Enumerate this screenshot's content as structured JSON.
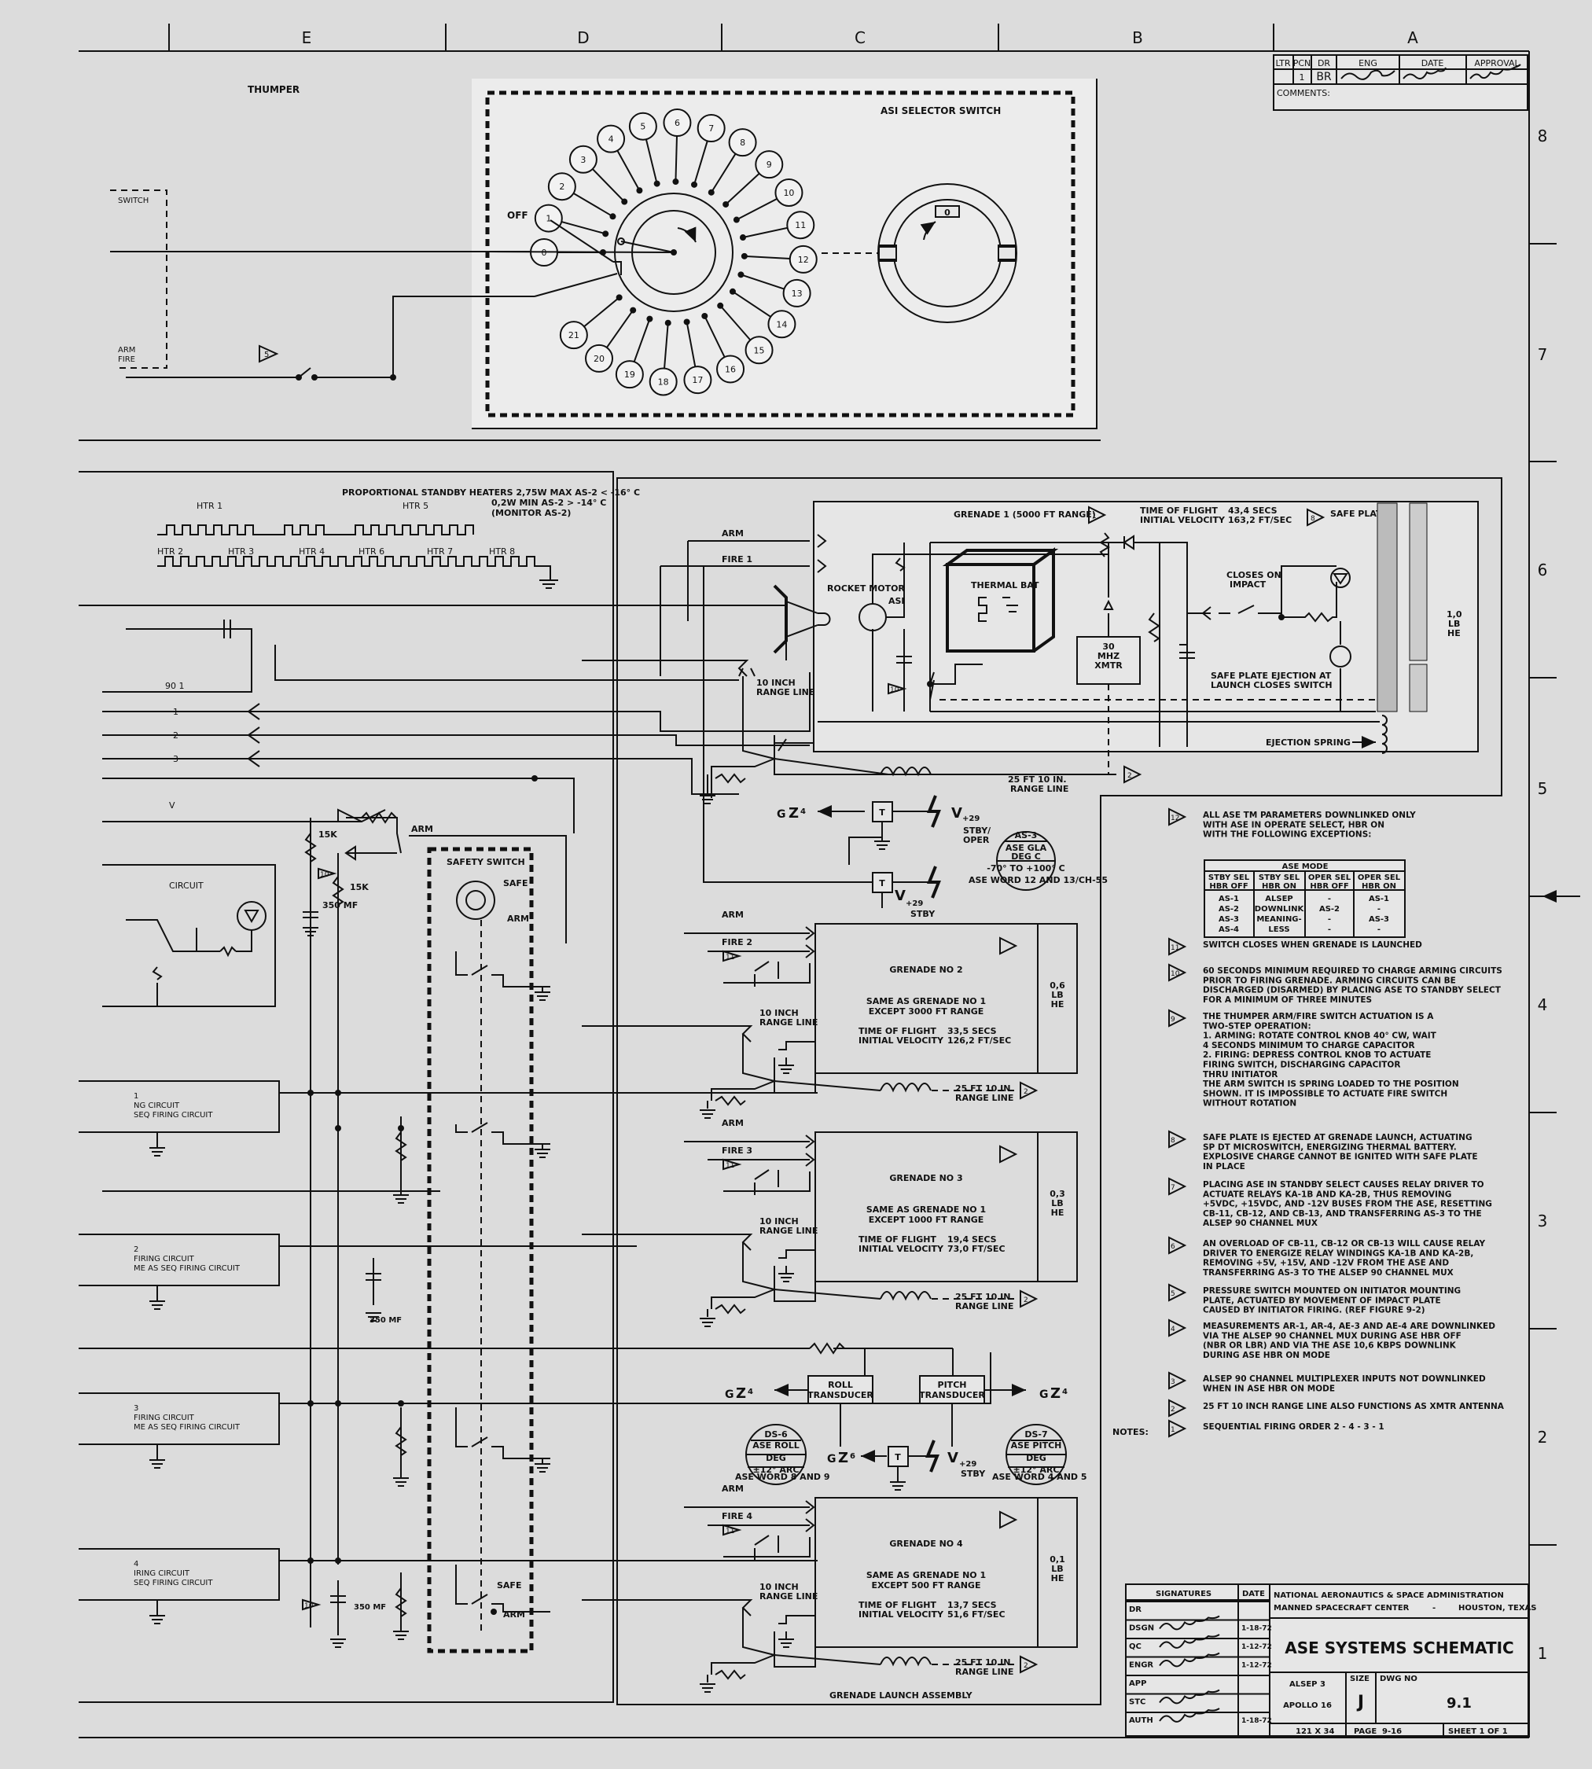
{
  "grid": {
    "columns": [
      "E",
      "D",
      "C",
      "B",
      "A"
    ],
    "rows": [
      "8",
      "7",
      "6",
      "5",
      "4",
      "3",
      "2",
      "1"
    ]
  },
  "revision": {
    "headers": [
      "LTR",
      "PCN",
      "DR",
      "ENG",
      "DATE",
      "APPROVAL"
    ],
    "pcn": "1",
    "dr": "BR",
    "comments_label": "COMMENTS:"
  },
  "thumper": {
    "label": "THUMPER",
    "switch_title": "ASI SELECTOR SWITCH",
    "off_label": "OFF",
    "positions": [
      "0",
      "1",
      "2",
      "3",
      "4",
      "5",
      "6",
      "7",
      "8",
      "9",
      "10",
      "11",
      "12",
      "13",
      "14",
      "15",
      "16",
      "17",
      "18",
      "19",
      "20",
      "21"
    ],
    "dial_value": "0",
    "partial_labels": [
      "SWITCH",
      "ARM",
      "FIRE"
    ],
    "note_ref": "5"
  },
  "heaters": {
    "title_line1": "PROPORTIONAL STANDBY HEATERS 2,75W MAX AS-2 < -16° C",
    "title_line2": "0,2W MIN AS-2 > -14° C",
    "title_line3": "(MONITOR AS-2)",
    "labels": [
      "HTR 1",
      "HTR 2",
      "HTR 3",
      "HTR 4",
      "HTR 5",
      "HTR 6",
      "HTR 7",
      "HTR 8"
    ]
  },
  "left_circuit": {
    "resistor1": "15K",
    "resistor2": "15K",
    "arm_label": "ARM",
    "cap1": "350 MF",
    "cap2": "350 MF",
    "circuit_label": "CIRCUIT",
    "firing_circuits": [
      {
        "num": "1",
        "line1": "NG CIRCUIT",
        "line2": "SEQ FIRING CIRCUIT"
      },
      {
        "num": "2",
        "line1": "FIRING CIRCUIT",
        "line2": "ME AS SEQ FIRING CIRCUIT"
      },
      {
        "num": "3",
        "line1": "FIRING CIRCUIT",
        "line2": "ME AS SEQ FIRING CIRCUIT"
      },
      {
        "num": "4",
        "line1": "IRING CIRCUIT",
        "line2": "SEQ FIRING CIRCUIT"
      }
    ],
    "partial_row_labels": [
      "90 1",
      "1",
      "2",
      "3",
      "V"
    ]
  },
  "safety_switch": {
    "title": "SAFETY SWITCH",
    "safe": "SAFE",
    "arm": "ARM"
  },
  "grenade1": {
    "title": "GRENADE 1 (5000 FT RANGE)",
    "title_ref": "1",
    "tof_label": "TIME OF FLIGHT",
    "tof": "43,4 SECS",
    "vel_label": "INITIAL VELOCITY",
    "vel": "163,2 FT/SEC",
    "safe_plate_ref": "8",
    "safe_plate": "SAFE PLATE",
    "arm": "ARM",
    "fire": "FIRE 1",
    "rocket_motor": "ROCKET MOTOR",
    "asi": "ASI",
    "thermal_bat": "THERMAL BAT",
    "xmtr_l1": "30",
    "xmtr_l2": "MHZ",
    "xmtr_l3": "XMTR",
    "closes_on_impact_l1": "CLOSES ON",
    "closes_on_impact_l2": "IMPACT",
    "ejection_l1": "SAFE PLATE EJECTION AT",
    "ejection_l2": "LAUNCH CLOSES SWITCH",
    "charge_l1": "1,0",
    "charge_l2": "LB",
    "charge_l3": "HE",
    "ejection_spring": "EJECTION SPRING",
    "range_line_l1": "10 INCH",
    "range_line_l2": "RANGE LINE",
    "antenna_l1": "25 FT 10 IN.",
    "antenna_l2": "RANGE LINE",
    "antenna_ref": "2",
    "ref10": "10"
  },
  "sensors": {
    "as3_l1": "AS-3",
    "as3_l2": "ASE GLA",
    "as3_l3": "DEG C",
    "as3_l4": "-70° TO +100° C",
    "as3_word": "ASE WORD 12 AND 13/CH-55",
    "stby_oper_l1": "STBY/",
    "stby_oper_l2": "OPER",
    "stby": "STBY",
    "v_sub": "+29",
    "t": "T",
    "gz4": "4",
    "gz6": "6",
    "roll_l1": "ROLL",
    "roll_l2": "TRANSDUCER",
    "pitch_l1": "PITCH",
    "pitch_l2": "TRANSDUCER",
    "ds6_l1": "DS-6",
    "ds6_l2": "ASE ROLL",
    "ds6_l3": "DEG",
    "ds6_l4": "±12° ARC",
    "ds6_word": "ASE WORD 8 AND 9",
    "ds7_l1": "DS-7",
    "ds7_l2": "ASE PITCH",
    "ds7_l3": "DEG",
    "ds7_l4": "±12° ARC",
    "ds7_word": "ASE WORD 4 AND 5"
  },
  "grenades": [
    {
      "title": "GRENADE NO 2",
      "same1": "SAME AS GRENADE NO 1",
      "same2": "EXCEPT 3000 FT RANGE",
      "tof_label": "TIME OF FLIGHT",
      "tof": "33,5 SECS",
      "vel_label": "INITIAL VELOCITY",
      "vel": "126,2 FT/SEC",
      "charge_l1": "0,6",
      "charge_l2": "LB",
      "charge_l3": "HE",
      "arm": "ARM",
      "fire": "FIRE 2",
      "range_l1": "10 INCH",
      "range_l2": "RANGE LINE",
      "antenna_l1": "25 FT 10 IN.",
      "antenna_l2": "RANGE LINE"
    },
    {
      "title": "GRENADE NO 3",
      "same1": "SAME AS GRENADE NO 1",
      "same2": "EXCEPT 1000 FT RANGE",
      "tof_label": "TIME OF FLIGHT",
      "tof": "19,4 SECS",
      "vel_label": "INITIAL VELOCITY",
      "vel": "73,0 FT/SEC",
      "charge_l1": "0,3",
      "charge_l2": "LB",
      "charge_l3": "HE",
      "arm": "ARM",
      "fire": "FIRE 3",
      "range_l1": "10 INCH",
      "range_l2": "RANGE LINE",
      "antenna_l1": "25 FT 10 IN.",
      "antenna_l2": "RANGE LINE"
    },
    {
      "title": "GRENADE NO 4",
      "same1": "SAME AS GRENADE NO 1",
      "same2": "EXCEPT 500 FT RANGE",
      "tof_label": "TIME OF FLIGHT",
      "tof": "13,7 SECS",
      "vel_label": "INITIAL VELOCITY",
      "vel": "51,6 FT/SEC",
      "charge_l1": "0,1",
      "charge_l2": "LB",
      "charge_l3": "HE",
      "arm": "ARM",
      "fire": "FIRE 4",
      "range_l1": "10 INCH",
      "range_l2": "RANGE LINE",
      "antenna_l1": "25 FT 10 IN.",
      "antenna_l2": "RANGE LINE"
    }
  ],
  "grenade_launch_assembly": "GRENADE LAUNCH ASSEMBLY",
  "ase_mode": {
    "title": "ASE MODE",
    "headers": [
      [
        "STBY SEL",
        "HBR OFF"
      ],
      [
        "STBY SEL",
        "HBR ON"
      ],
      [
        "OPER SEL",
        "HBR OFF"
      ],
      [
        "OPER SEL",
        "HBR ON"
      ]
    ],
    "rows": [
      [
        "AS-1",
        "ALSEP",
        "-",
        "AS-1"
      ],
      [
        "AS-2",
        "DOWNLINK",
        "AS-2",
        "-"
      ],
      [
        "AS-3",
        "MEANING-",
        "-",
        "AS-3"
      ],
      [
        "AS-4",
        "LESS",
        "-",
        "-"
      ]
    ]
  },
  "notes_label": "NOTES:",
  "notes": [
    {
      "ref": "12",
      "lines": [
        "ALL ASE TM PARAMETERS DOWNLINKED ONLY",
        "WITH ASE IN OPERATE SELECT, HBR ON",
        "WITH THE FOLLOWING EXCEPTIONS:"
      ]
    },
    {
      "ref": "11",
      "lines": [
        "SWITCH CLOSES WHEN GRENADE IS LAUNCHED"
      ]
    },
    {
      "ref": "10",
      "lines": [
        "60 SECONDS MINIMUM REQUIRED TO CHARGE ARMING CIRCUITS",
        "PRIOR TO FIRING GRENADE. ARMING CIRCUITS CAN BE",
        "DISCHARGED (DISARMED) BY PLACING ASE TO STANDBY SELECT",
        "FOR A MINIMUM OF THREE MINUTES"
      ]
    },
    {
      "ref": "9",
      "lines": [
        "THE THUMPER ARM/FIRE SWITCH ACTUATION IS A",
        "TWO-STEP OPERATION:",
        "1.  ARMING: ROTATE CONTROL KNOB 40° CW, WAIT",
        "                4 SECONDS MINIMUM TO CHARGE CAPACITOR",
        "2.  FIRING:  DEPRESS CONTROL KNOB TO ACTUATE",
        "                FIRING SWITCH, DISCHARGING CAPACITOR",
        "                THRU INITIATOR",
        "THE ARM SWITCH IS SPRING LOADED TO THE POSITION",
        "SHOWN. IT IS IMPOSSIBLE TO ACTUATE FIRE SWITCH",
        "WITHOUT ROTATION"
      ]
    },
    {
      "ref": "8",
      "lines": [
        "SAFE PLATE IS EJECTED AT GRENADE LAUNCH, ACTUATING",
        "SP DT MICROSWITCH, ENERGIZING THERMAL BATTERY.",
        "EXPLOSIVE CHARGE CANNOT BE IGNITED WITH SAFE PLATE",
        "IN PLACE"
      ]
    },
    {
      "ref": "7",
      "lines": [
        "PLACING ASE IN STANDBY SELECT CAUSES RELAY DRIVER TO",
        "ACTUATE RELAYS KA-1B AND KA-2B, THUS REMOVING",
        "+5VDC, +15VDC, AND -12V BUSES FROM THE ASE, RESETTING",
        "CB-11, CB-12, AND CB-13, AND TRANSFERRING AS-3 TO THE",
        "ALSEP 90 CHANNEL MUX"
      ]
    },
    {
      "ref": "6",
      "lines": [
        "AN OVERLOAD OF CB-11, CB-12 OR CB-13 WILL CAUSE RELAY",
        "DRIVER TO ENERGIZE RELAY WINDINGS KA-1B AND KA-2B,",
        "REMOVING +5V, +15V, AND -12V FROM THE ASE AND",
        "TRANSFERRING AS-3 TO THE ALSEP 90 CHANNEL MUX"
      ]
    },
    {
      "ref": "5",
      "lines": [
        "PRESSURE SWITCH MOUNTED ON INITIATOR MOUNTING",
        "PLATE, ACTUATED BY MOVEMENT OF IMPACT PLATE",
        "CAUSED BY INITIATOR FIRING. (REF FIGURE 9-2)"
      ]
    },
    {
      "ref": "4",
      "lines": [
        "MEASUREMENTS AR-1, AR-4, AE-3 AND AE-4 ARE DOWNLINKED",
        "VIA THE ALSEP 90 CHANNEL MUX DURING ASE HBR OFF",
        "(NBR OR LBR) AND VIA THE ASE 10,6 KBPS DOWNLINK",
        "DURING ASE HBR ON MODE"
      ]
    },
    {
      "ref": "3",
      "lines": [
        "ALSEP 90 CHANNEL MULTIPLEXER INPUTS NOT DOWNLINKED",
        "WHEN IN ASE HBR ON MODE"
      ]
    },
    {
      "ref": "2",
      "lines": [
        "25 FT 10 INCH RANGE LINE ALSO FUNCTIONS AS XMTR ANTENNA"
      ]
    },
    {
      "ref": "1",
      "lines": [
        "SEQUENTIAL FIRING ORDER 2 - 4 - 3 - 1"
      ]
    }
  ],
  "title_block": {
    "signatures": "SIGNATURES",
    "date": "DATE",
    "roles": [
      "DR",
      "DSGN",
      "QC",
      "ENGR",
      "APP",
      "STC",
      "AUTH"
    ],
    "dates": [
      "",
      "1-18-72",
      "1-12-72",
      "1-12-72",
      "",
      "",
      "1-18-72"
    ],
    "agency_l1": "NATIONAL AERONAUTICS & SPACE ADMINISTRATION",
    "agency_l2": "MANNED SPACECRAFT CENTER",
    "agency_sep": "-",
    "agency_city": "HOUSTON, TEXAS",
    "title": "ASE SYSTEMS SCHEMATIC",
    "project1": "ALSEP 3",
    "project2": "APOLLO 16",
    "size_label": "SIZE",
    "size": "J",
    "dwg_label": "DWG NO",
    "dwg": "9.1",
    "scale": "121 X 34",
    "page_label": "PAGE",
    "page": "9-16",
    "sheet": "SHEET  1  OF  1"
  }
}
